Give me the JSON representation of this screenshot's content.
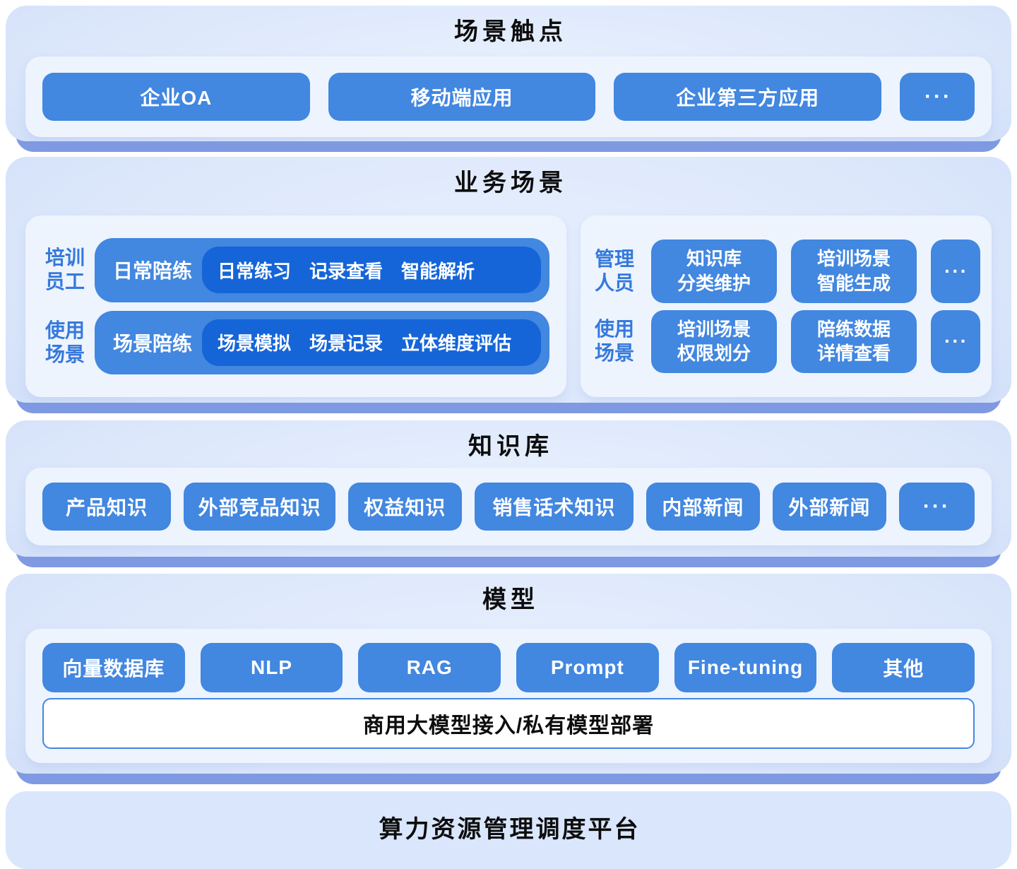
{
  "ellipsis": "···",
  "palette": {
    "accent_blue": "#4287e0",
    "deep_blue": "#1565d8",
    "shadow_strip_blue": "#7f9ae2",
    "label_blue": "#3679db",
    "panel_bg": "#edf4fe",
    "layer_bg_edge": "#c8d8f6",
    "layer_bg_center": "#e6effd",
    "platform_bar_bg": "#d9e6fb",
    "banner_border": "#4287e0",
    "title_color": "#0d0d0d"
  },
  "sections": {
    "touchpoints": {
      "title": "场景触点",
      "buttons": [
        "企业OA",
        "移动端应用",
        "企业第三方应用"
      ]
    },
    "business": {
      "title": "业务场景",
      "left": {
        "rows": [
          {
            "label1": "培训",
            "label2": "员工",
            "tag": "日常陪练",
            "items": [
              "日常练习",
              "记录查看",
              "智能解析"
            ]
          },
          {
            "label1": "使用",
            "label2": "场景",
            "tag": "场景陪练",
            "items": [
              "场景模拟",
              "场景记录",
              "立体维度评估"
            ]
          }
        ]
      },
      "right": {
        "rows": [
          {
            "label1": "管理",
            "label2": "人员",
            "buttons": [
              {
                "line1": "知识库",
                "line2": "分类维护"
              },
              {
                "line1": "培训场景",
                "line2": "智能生成"
              }
            ]
          },
          {
            "label1": "使用",
            "label2": "场景",
            "buttons": [
              {
                "line1": "培训场景",
                "line2": "权限划分"
              },
              {
                "line1": "陪练数据",
                "line2": "详情查看"
              }
            ]
          }
        ]
      }
    },
    "knowledge": {
      "title": "知识库",
      "buttons": [
        "产品知识",
        "外部竞品知识",
        "权益知识",
        "销售话术知识",
        "内部新闻",
        "外部新闻"
      ]
    },
    "model": {
      "title": "模型",
      "buttons": [
        "向量数据库",
        "NLP",
        "RAG",
        "Prompt",
        "Fine-tuning",
        "其他"
      ],
      "banner": "商用大模型接入/私有模型部署"
    },
    "platform": {
      "title": "算力资源管理调度平台"
    }
  }
}
